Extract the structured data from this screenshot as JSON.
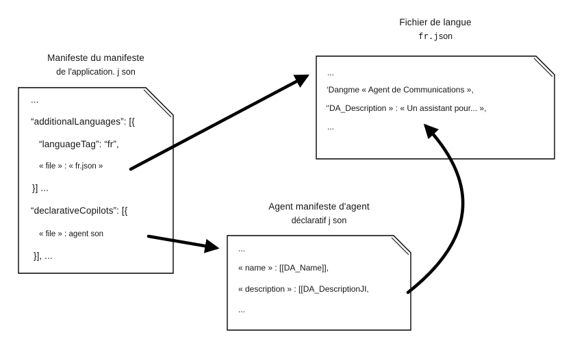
{
  "colors": {
    "stroke": "#000000",
    "background": "#ffffff",
    "text": "#141414"
  },
  "boxes": {
    "app_manifest": {
      "title1": "Manifeste du manifeste",
      "title2": "de l'application. j son",
      "lines": [
        "...",
        "“additionalLanguages”: [{",
        "“languageTag”: “fr”,",
        "« file » : « fr.json »",
        "}] ...",
        "“declarativeCopilots”: [{",
        "« file » : agent son",
        "}], ..."
      ]
    },
    "language_file": {
      "title1": "Fichier de langue",
      "title2_mono": "fr.j",
      "title2_rest": "son",
      "lines": [
        "...",
        "‘Dangme « Agent de Communications »,",
        "‘'DA_Description » : « Un assistant pour... »,",
        "..."
      ]
    },
    "agent_manifest": {
      "title1": "Agent manifeste d'agent",
      "title2": "déclaratif j son",
      "lines": [
        "...",
        "« name » : [[DA_Name]],",
        "« description » : [[DA_DescriptionJI,",
        "..."
      ]
    }
  },
  "arrows": [
    {
      "name": "app-manifest-to-language-file",
      "from": "app_manifest.file-fr-json",
      "to": "language_file"
    },
    {
      "name": "app-manifest-to-agent-manifest",
      "from": "app_manifest.file-agent",
      "to": "agent_manifest"
    },
    {
      "name": "agent-manifest-to-language-file",
      "from": "agent_manifest",
      "to": "language_file.da-description"
    }
  ]
}
